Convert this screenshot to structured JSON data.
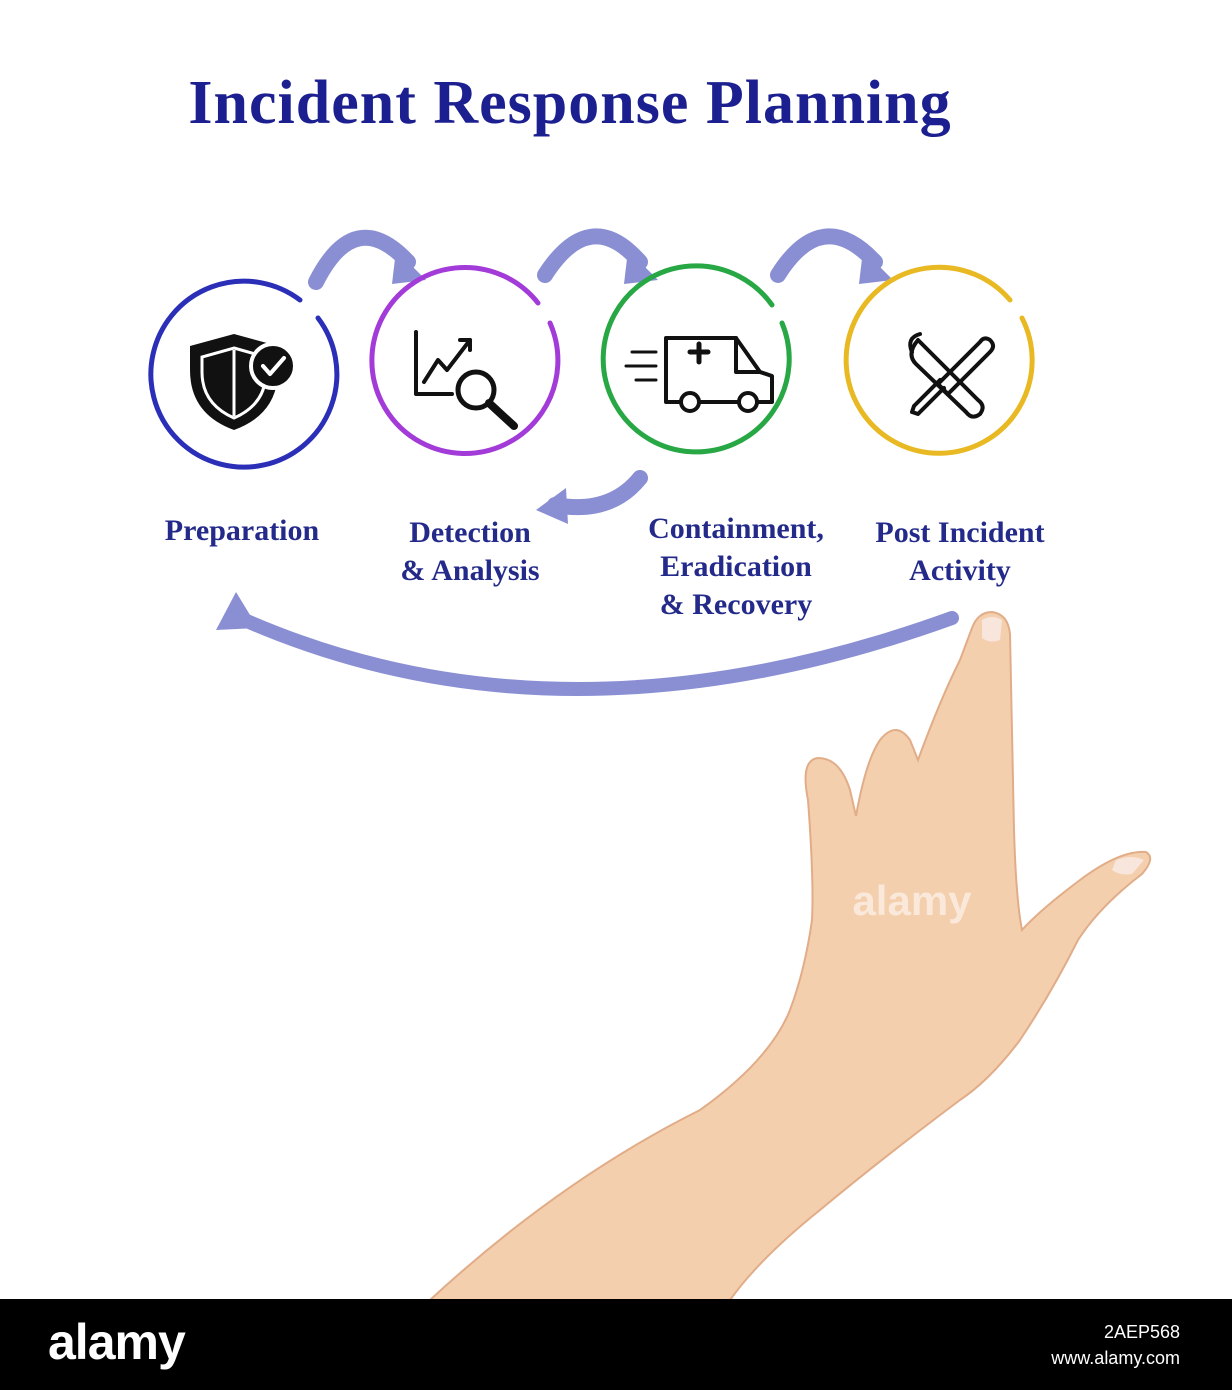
{
  "title": "Incident Response Planning",
  "colors": {
    "title": "#1c1f8f",
    "labels": "#232a8a",
    "arrows": "#8a8fd4",
    "ring_preparation": "#2b2fb8",
    "ring_detection": "#a23bd8",
    "ring_containment": "#28a745",
    "ring_post_incident": "#e8b923"
  },
  "steps": [
    {
      "id": "preparation",
      "icon": "shield-check-icon",
      "lines": [
        "Preparation"
      ]
    },
    {
      "id": "detection",
      "icon": "chart-magnifier-icon",
      "lines": [
        "Detection",
        "& Analysis"
      ]
    },
    {
      "id": "containment",
      "icon": "ambulance-icon",
      "lines": [
        "Containment,",
        "Eradication",
        "& Recovery"
      ]
    },
    {
      "id": "post_incident",
      "icon": "wrench-screwdriver-icon",
      "lines": [
        "Post Incident",
        "Activity"
      ]
    }
  ],
  "watermark": "alamy",
  "footer": {
    "logo": "alamy",
    "image_id": "2AEP568",
    "url": "www.alamy.com"
  }
}
